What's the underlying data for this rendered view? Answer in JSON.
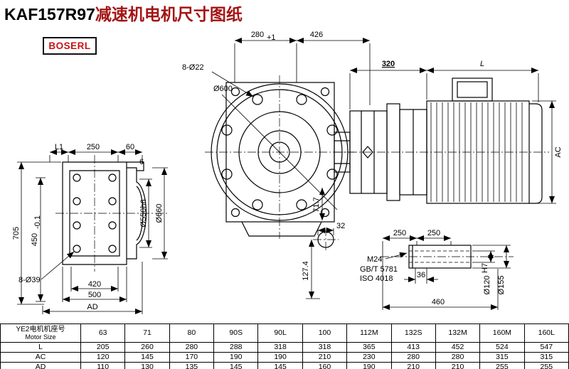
{
  "title": {
    "model": "KAF157R97",
    "suffix": "减速机电机尺寸图纸"
  },
  "logo": "BOSERL",
  "front_view": {
    "d705": "705",
    "d450": "450",
    "d450_tol": "-0.1",
    "dL1": "L1",
    "d250": "250",
    "d60": "60",
    "d6": "6",
    "d550": "Ø550h6",
    "d660": "Ø660",
    "d8d39": "8-Ø39",
    "d420": "420",
    "d500": "500",
    "dAD": "AD"
  },
  "flange_view": {
    "d280": "280",
    "d280_tol": "+1",
    "d426": "426",
    "d600": "Ø600",
    "d8d22": "8-Ø22",
    "d717": "71.7"
  },
  "section_view": {
    "d32": "32",
    "d1274": "127.4"
  },
  "motor_view": {
    "d320": "320",
    "dL": "L",
    "dAC": "AC"
  },
  "shaft_view": {
    "d250a": "250",
    "d250b": "250",
    "dM24": "M24",
    "gbt": "GB/T 5781",
    "iso": "ISO 4018",
    "d36": "36",
    "d460": "460",
    "d120": "Ø120",
    "d120_tol": "H7",
    "d155": "Ø155"
  },
  "table": {
    "header_cn": "YE2电机机座号",
    "header_en": "Motor Size",
    "columns": [
      "63",
      "71",
      "80",
      "90S",
      "90L",
      "100",
      "112M",
      "132S",
      "132M",
      "160M",
      "160L"
    ],
    "rows": [
      {
        "label": "L",
        "values": [
          "205",
          "260",
          "280",
          "288",
          "318",
          "318",
          "365",
          "413",
          "452",
          "524",
          "547"
        ]
      },
      {
        "label": "AC",
        "values": [
          "120",
          "145",
          "170",
          "190",
          "190",
          "210",
          "230",
          "280",
          "280",
          "315",
          "315"
        ]
      },
      {
        "label": "AD",
        "values": [
          "110",
          "130",
          "135",
          "145",
          "145",
          "160",
          "190",
          "210",
          "210",
          "255",
          "255"
        ]
      }
    ]
  }
}
